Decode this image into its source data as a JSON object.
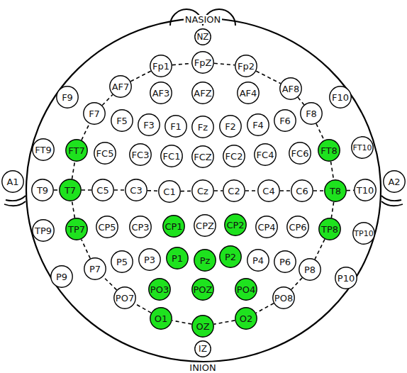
{
  "diagram": {
    "nodes": [
      {
        "text": [
          "NZ"
        ]
      },
      {
        "text": [
          "Fp1"
        ]
      },
      {
        "text": [
          "FpZ"
        ]
      },
      {
        "text": [
          "Fp2"
        ]
      },
      {
        "text": [
          "AF7"
        ]
      },
      {
        "text": [
          "AF3"
        ]
      },
      {
        "text": [
          "AFZ"
        ]
      },
      {
        "text": [
          "AF4"
        ]
      },
      {
        "text": [
          "AF8"
        ]
      },
      {
        "text": [
          "F9"
        ]
      },
      {
        "text": [
          "F10"
        ]
      },
      {
        "text": [
          "F7"
        ]
      },
      {
        "text": [
          "F5"
        ]
      },
      {
        "text": [
          "F3"
        ]
      },
      {
        "text": [
          "F1"
        ]
      },
      {
        "text": [
          "Fz"
        ]
      },
      {
        "text": [
          "F2"
        ]
      },
      {
        "text": [
          "F4"
        ]
      },
      {
        "text": [
          "F6"
        ]
      },
      {
        "text": [
          "F8"
        ]
      },
      {
        "text": [
          "FT9"
        ]
      },
      {
        "text": [
          "FT7"
        ]
      },
      {
        "text": [
          "FC5"
        ]
      },
      {
        "text": [
          "FC3"
        ]
      },
      {
        "text": [
          "FC1"
        ]
      },
      {
        "text": [
          "FCZ"
        ]
      },
      {
        "text": [
          "FC2"
        ]
      },
      {
        "text": [
          "FC4"
        ]
      },
      {
        "text": [
          "FC6"
        ]
      },
      {
        "text": [
          "FT8"
        ]
      },
      {
        "text": [
          "FT10"
        ]
      },
      {
        "text": [
          "A1"
        ]
      },
      {
        "text": [
          "T9"
        ]
      },
      {
        "text": [
          "T7"
        ]
      },
      {
        "text": [
          "C5"
        ]
      },
      {
        "text": [
          "C3"
        ]
      },
      {
        "text": [
          "C1"
        ]
      },
      {
        "text": [
          "Cz"
        ]
      },
      {
        "text": [
          "C2"
        ]
      },
      {
        "text": [
          "C4"
        ]
      },
      {
        "text": [
          "C6"
        ]
      },
      {
        "text": [
          "T8"
        ]
      },
      {
        "text": [
          "T10"
        ]
      },
      {
        "text": [
          "A2"
        ]
      },
      {
        "text": [
          "TP9"
        ]
      },
      {
        "text": [
          "TP7"
        ]
      },
      {
        "text": [
          "CP5"
        ]
      },
      {
        "text": [
          "CP3"
        ]
      },
      {
        "text": [
          "CP1"
        ]
      },
      {
        "text": [
          "CPZ"
        ]
      },
      {
        "text": [
          "CP2"
        ]
      },
      {
        "text": [
          "CP4"
        ]
      },
      {
        "text": [
          "CP6"
        ]
      },
      {
        "text": [
          "TP8"
        ]
      },
      {
        "text": [
          "TP10"
        ]
      },
      {
        "text": [
          "P9"
        ]
      },
      {
        "text": [
          "P7"
        ]
      },
      {
        "text": [
          "P5"
        ]
      },
      {
        "text": [
          "P3"
        ]
      },
      {
        "text": [
          "P1"
        ]
      },
      {
        "text": [
          "Pz"
        ]
      },
      {
        "text": [
          "P2"
        ]
      },
      {
        "text": [
          "P4"
        ]
      },
      {
        "text": [
          "P6"
        ]
      },
      {
        "text": [
          "P8"
        ]
      },
      {
        "text": [
          "P10"
        ]
      },
      {
        "text": [
          "PO7"
        ]
      },
      {
        "text": [
          "PO3"
        ]
      },
      {
        "text": [
          "POZ"
        ]
      },
      {
        "text": [
          "PO4"
        ]
      },
      {
        "text": [
          "PO8"
        ]
      },
      {
        "text": [
          "O1"
        ]
      },
      {
        "text": [
          "OZ"
        ]
      },
      {
        "text": [
          "O2"
        ]
      },
      {
        "text": [
          "IZ"
        ]
      }
    ],
    "edges": [
      {
        "from": 1,
        "to": 2,
        "arrow": "none"
      },
      {
        "from": 2,
        "to": 3,
        "arrow": "none"
      },
      {
        "from": 3,
        "to": 8,
        "arrow": "none"
      },
      {
        "from": 8,
        "to": 19,
        "arrow": "none"
      },
      {
        "from": 19,
        "to": 29,
        "arrow": "none"
      },
      {
        "from": 29,
        "to": 41,
        "arrow": "none"
      },
      {
        "from": 41,
        "to": 53,
        "arrow": "none"
      },
      {
        "from": 53,
        "to": 64,
        "arrow": "none"
      },
      {
        "from": 64,
        "to": 70,
        "arrow": "none"
      },
      {
        "from": 70,
        "to": 73,
        "arrow": "none"
      },
      {
        "from": 73,
        "to": 72,
        "arrow": "none"
      },
      {
        "from": 72,
        "to": 71,
        "arrow": "none"
      },
      {
        "from": 71,
        "to": 66,
        "arrow": "none"
      },
      {
        "from": 66,
        "to": 56,
        "arrow": "none"
      },
      {
        "from": 56,
        "to": 45,
        "arrow": "none"
      },
      {
        "from": 45,
        "to": 33,
        "arrow": "none"
      },
      {
        "from": 33,
        "to": 21,
        "arrow": "none"
      },
      {
        "from": 21,
        "to": 11,
        "arrow": "none"
      },
      {
        "from": 11,
        "to": 4,
        "arrow": "none"
      },
      {
        "from": 4,
        "to": 1,
        "arrow": "none"
      },
      {
        "from": 32,
        "to": 33,
        "arrow": "none"
      },
      {
        "from": 33,
        "to": 34,
        "arrow": "none"
      },
      {
        "from": 34,
        "to": 35,
        "arrow": "none"
      },
      {
        "from": 35,
        "to": 36,
        "arrow": "none"
      },
      {
        "from": 36,
        "to": 37,
        "arrow": "none"
      },
      {
        "from": 37,
        "to": 38,
        "arrow": "none"
      },
      {
        "from": 38,
        "to": 39,
        "arrow": "none"
      },
      {
        "from": 39,
        "to": 40,
        "arrow": "none"
      },
      {
        "from": 40,
        "to": 41,
        "arrow": "none"
      },
      {
        "from": 41,
        "to": 42,
        "arrow": "none"
      }
    ],
    "labels": [
      "NASION",
      "INION"
    ]
  }
}
